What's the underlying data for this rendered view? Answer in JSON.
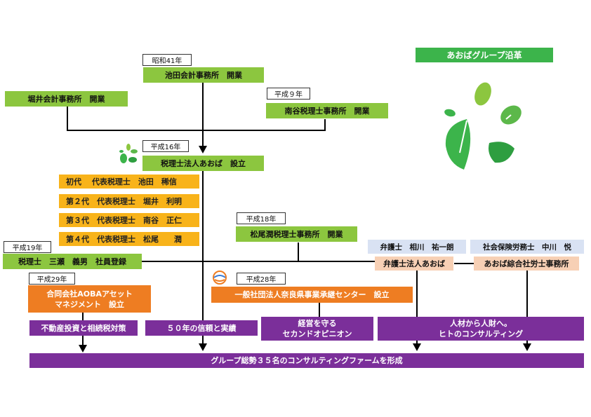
{
  "title": "あおばグループ沿革",
  "eras": {
    "s41": "昭和41年",
    "h9": "平成９年",
    "h16": "平成16年",
    "h18": "平成18年",
    "h19": "平成19年",
    "h29": "平成29年",
    "h28": "平成28年"
  },
  "offices": {
    "ikeda": "池田会計事務所　開業",
    "horii": "堀井会計事務所　開業",
    "minamitani": "南谷税理士事務所　開業",
    "aoba_tax": "税理士法人あおば　設立",
    "matsuo": "松尾潤税理士事務所　開業",
    "mise": "税理士　三瀬　義男　社員登録",
    "aoba_asset": "合同会社AOBAアセット\nマネジメント　設立",
    "nara_center": "一般社団法人奈良県事業承継センター　設立",
    "aoba_law": "弁護士法人あおば",
    "aoba_labor": "あおば綜合社労士事務所"
  },
  "representatives": [
    "初代　 代表税理士　池田　稀信",
    "第２代　代表税理士　堀井　利明",
    "第３代　代表税理士　南谷　正仁",
    "第４代　代表税理士　松尾　　潤"
  ],
  "people": {
    "lawyer": "弁護士　相川　祐一朗",
    "labor": "社会保険労務士　中川　悦"
  },
  "services": {
    "real_estate": "不動産投資と相続税対策",
    "trust": "５０年の信頼と実績",
    "second_opinion": "経営を守る\nセカンドオピニオン",
    "talent": "人材から人財へ。\nヒトのコンサルティング"
  },
  "summary": "グループ総勢３５名のコンサルティングファームを形成",
  "colors": {
    "green": "#8cc63f",
    "yellow": "#f8b31a",
    "orange": "#ee7d22",
    "purple": "#7b2f9a",
    "light_blue": "#d9e2f3",
    "peach": "#f7d0b5",
    "title_green": "#3cb44b"
  }
}
